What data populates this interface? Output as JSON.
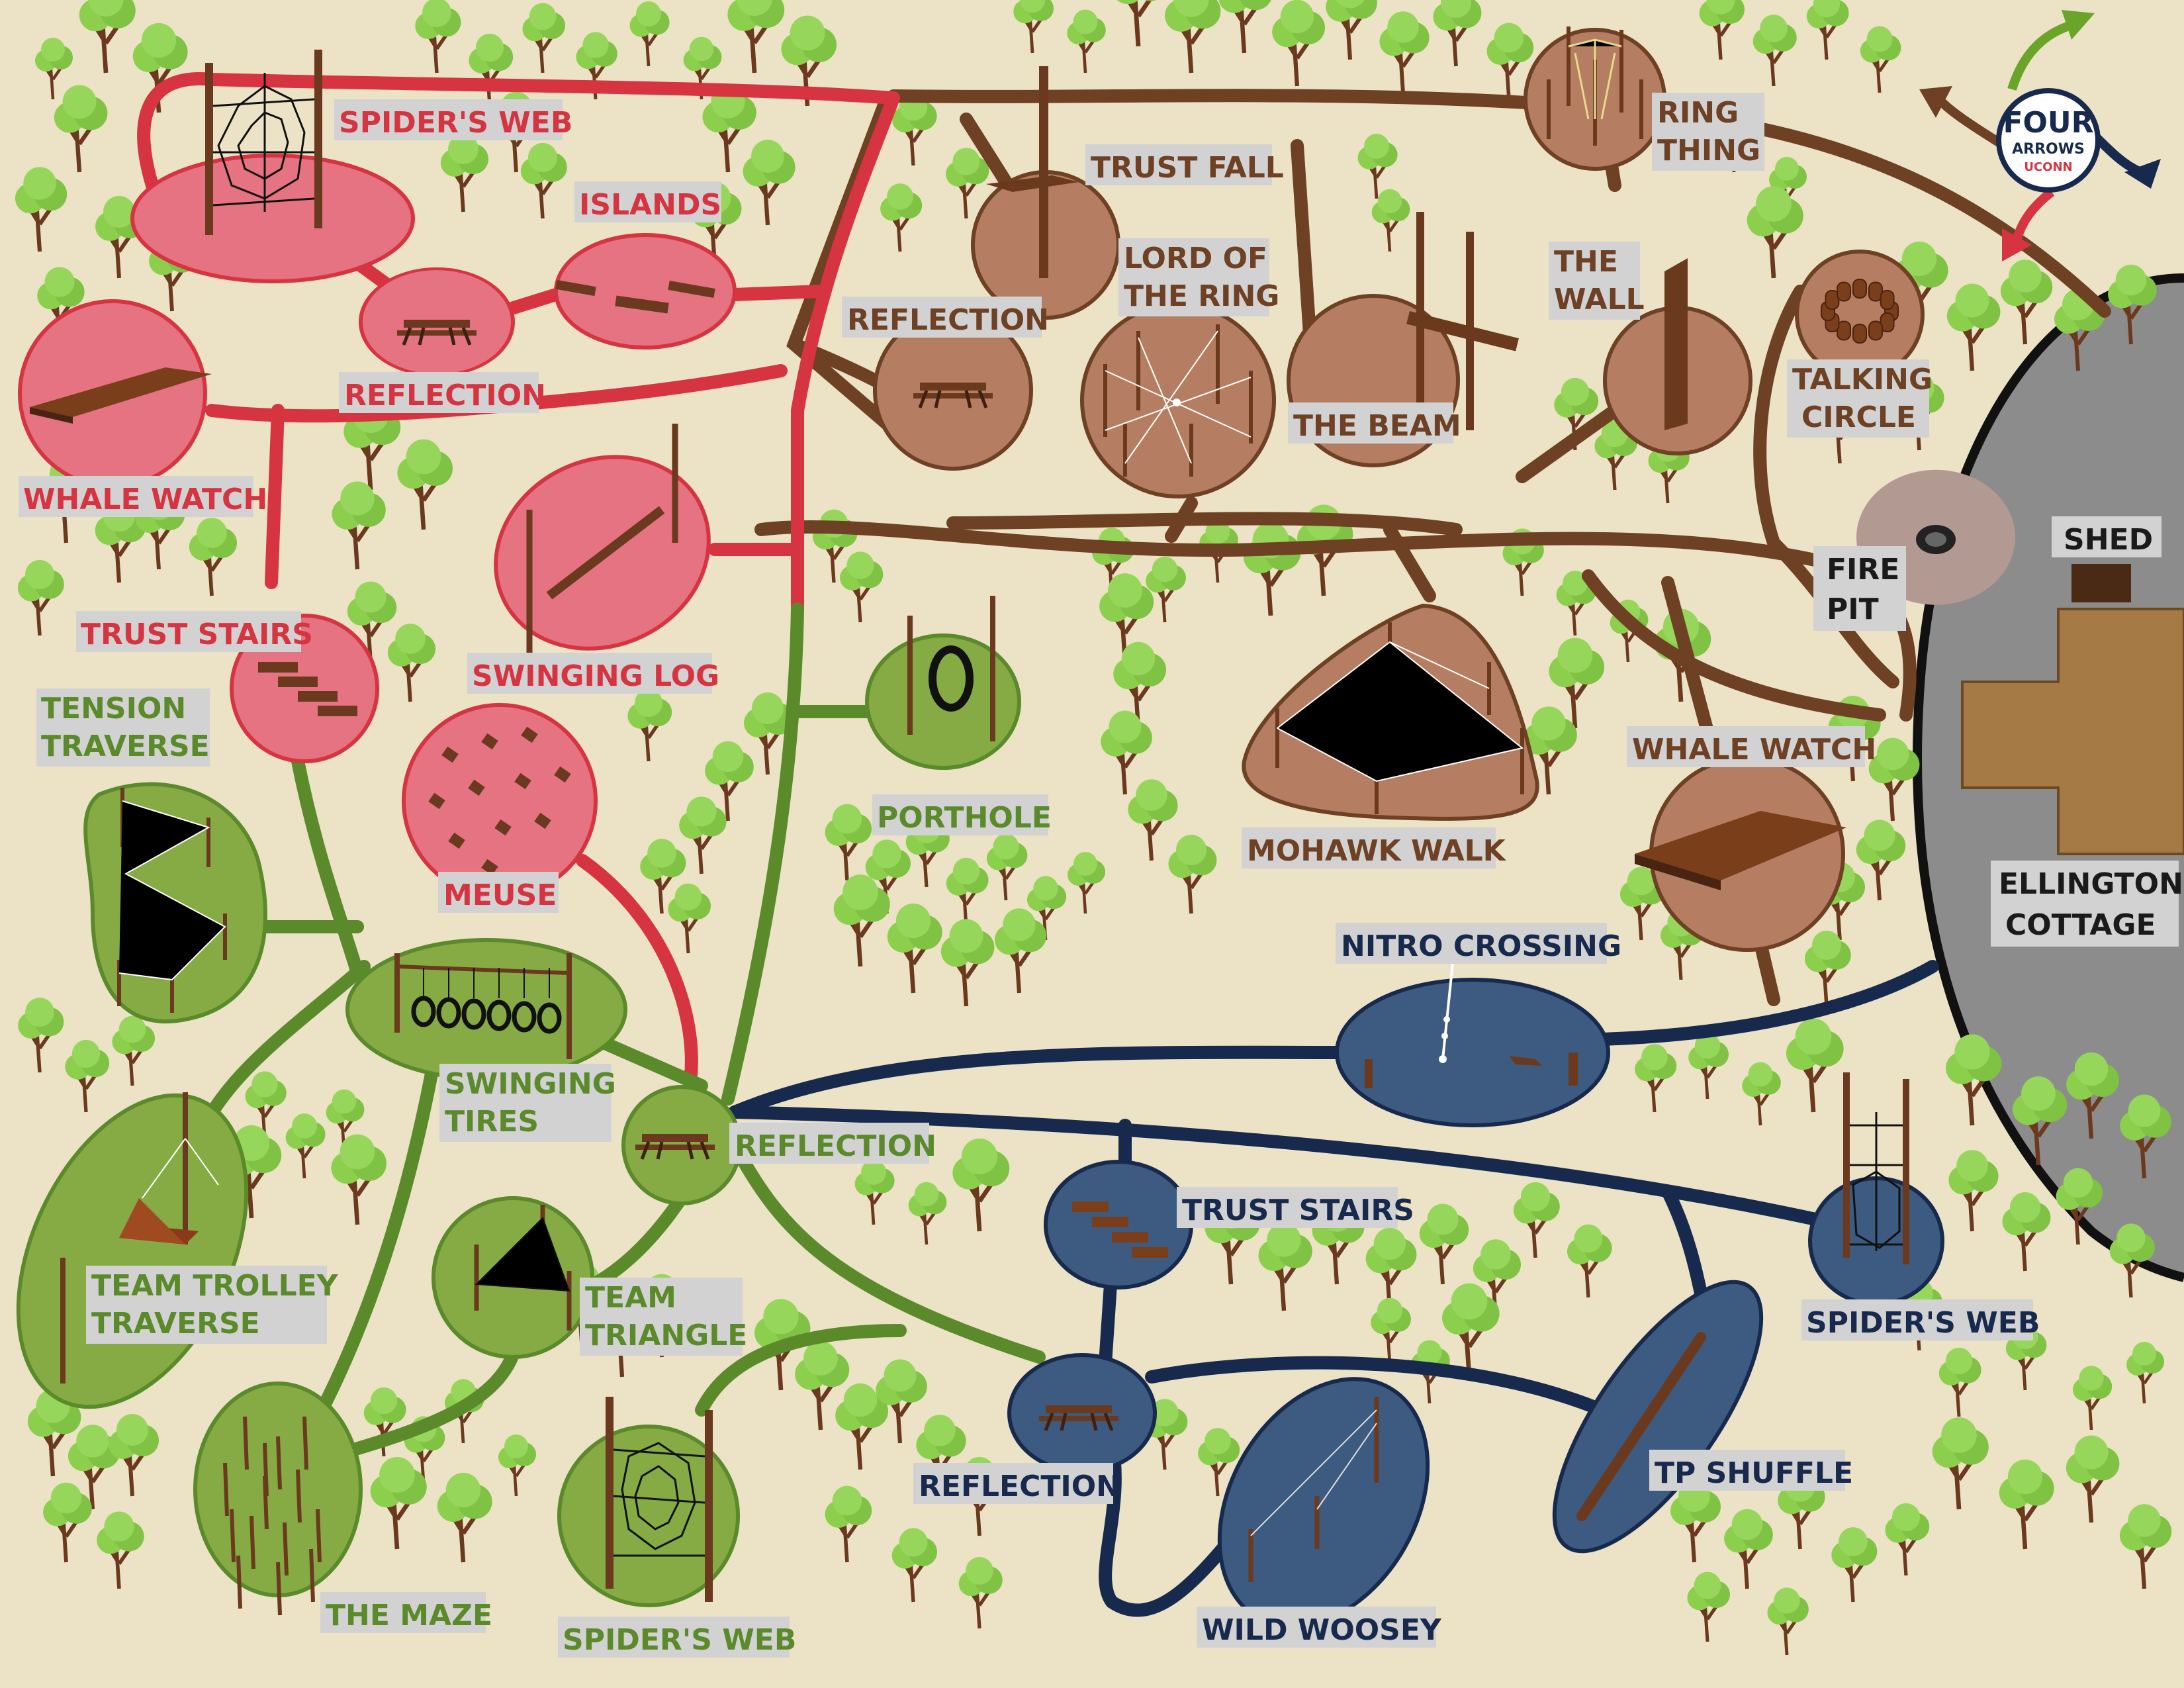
{
  "colors": {
    "background": "#ece2c6",
    "red_trail": "#d63440",
    "red_station": "#e57381",
    "brown_trail": "#6e4024",
    "brown_station": "#b57d61",
    "green_trail": "#5a8a2a",
    "green_station": "#86ab45",
    "blue_trail": "#172a4e",
    "blue_station": "#3d5a80",
    "building_area": "#8c8c8c",
    "building": "#a67a44",
    "tree_canopy": "#8ccf4d",
    "tree_trunk": "#6b3a1e",
    "label_bg": "#d2d2d2"
  },
  "logo": {
    "line1": "FOUR",
    "line2": "ARROWS",
    "line3": "UCONN"
  },
  "labels": {
    "red": {
      "spiders_web": "SPIDER'S WEB",
      "islands": "ISLANDS",
      "reflection": "REFLECTION",
      "whale_watch": "WHALE WATCH",
      "trust_stairs": "TRUST STAIRS",
      "swinging_log": "SWINGING LOG",
      "meuse": "MEUSE"
    },
    "brown": {
      "trust_fall": "TRUST FALL",
      "reflection": "REFLECTION",
      "lord_of_the_ring_1": "LORD OF",
      "lord_of_the_ring_2": "THE RING",
      "the_wall_1": "THE",
      "the_wall_2": "WALL",
      "the_beam": "THE BEAM",
      "ring_thing_1": "RING",
      "ring_thing_2": "THING",
      "talking_circle_1": "TALKING",
      "talking_circle_2": "CIRCLE",
      "mohawk_walk": "MOHAWK WALK",
      "whale_watch": "WHALE WATCH"
    },
    "green": {
      "tension_traverse_1": "TENSION",
      "tension_traverse_2": "TRAVERSE",
      "porthole": "PORTHOLE",
      "swinging_tires_1": "SWINGING",
      "swinging_tires_2": "TIRES",
      "reflection": "REFLECTION",
      "team_trolley_traverse_1": "TEAM TROLLEY",
      "team_trolley_traverse_2": "TRAVERSE",
      "team_triangle_1": "TEAM",
      "team_triangle_2": "TRIANGLE",
      "the_maze": "THE MAZE",
      "spiders_web": "SPIDER'S WEB"
    },
    "blue": {
      "nitro_crossing": "NITRO CROSSING",
      "trust_stairs": "TRUST STAIRS",
      "spiders_web": "SPIDER'S WEB",
      "reflection": "REFLECTION",
      "tp_shuffle": "TP SHUFFLE",
      "wild_woosey": "WILD WOOSEY"
    },
    "other": {
      "fire_pit_1": "FIRE",
      "fire_pit_2": "PIT",
      "shed": "SHED",
      "ellington_1": "ELLINGTON",
      "ellington_2": "COTTAGE"
    }
  }
}
